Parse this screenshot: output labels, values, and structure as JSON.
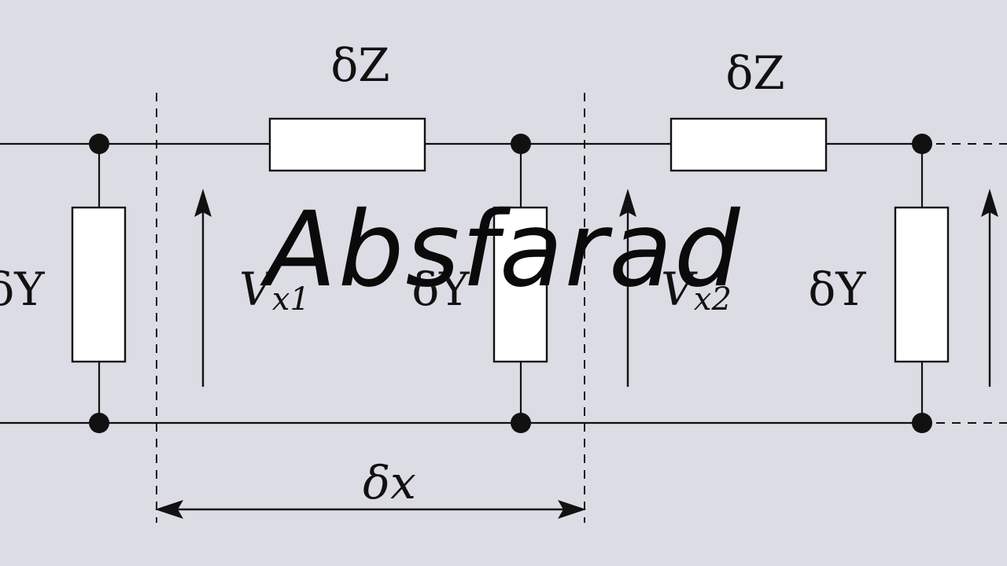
{
  "diagram": {
    "labels": {
      "series_impedance_1": "δZ",
      "series_impedance_2": "δZ",
      "shunt_admittance_left": "δY",
      "shunt_admittance_mid": "δY",
      "shunt_admittance_right": "δY",
      "voltage_1_main": "V",
      "voltage_1_sub": "x1",
      "voltage_2_main": "V",
      "voltage_2_sub": "x2",
      "section_length": "δx"
    }
  },
  "overlay": {
    "text": "Absfarad"
  }
}
